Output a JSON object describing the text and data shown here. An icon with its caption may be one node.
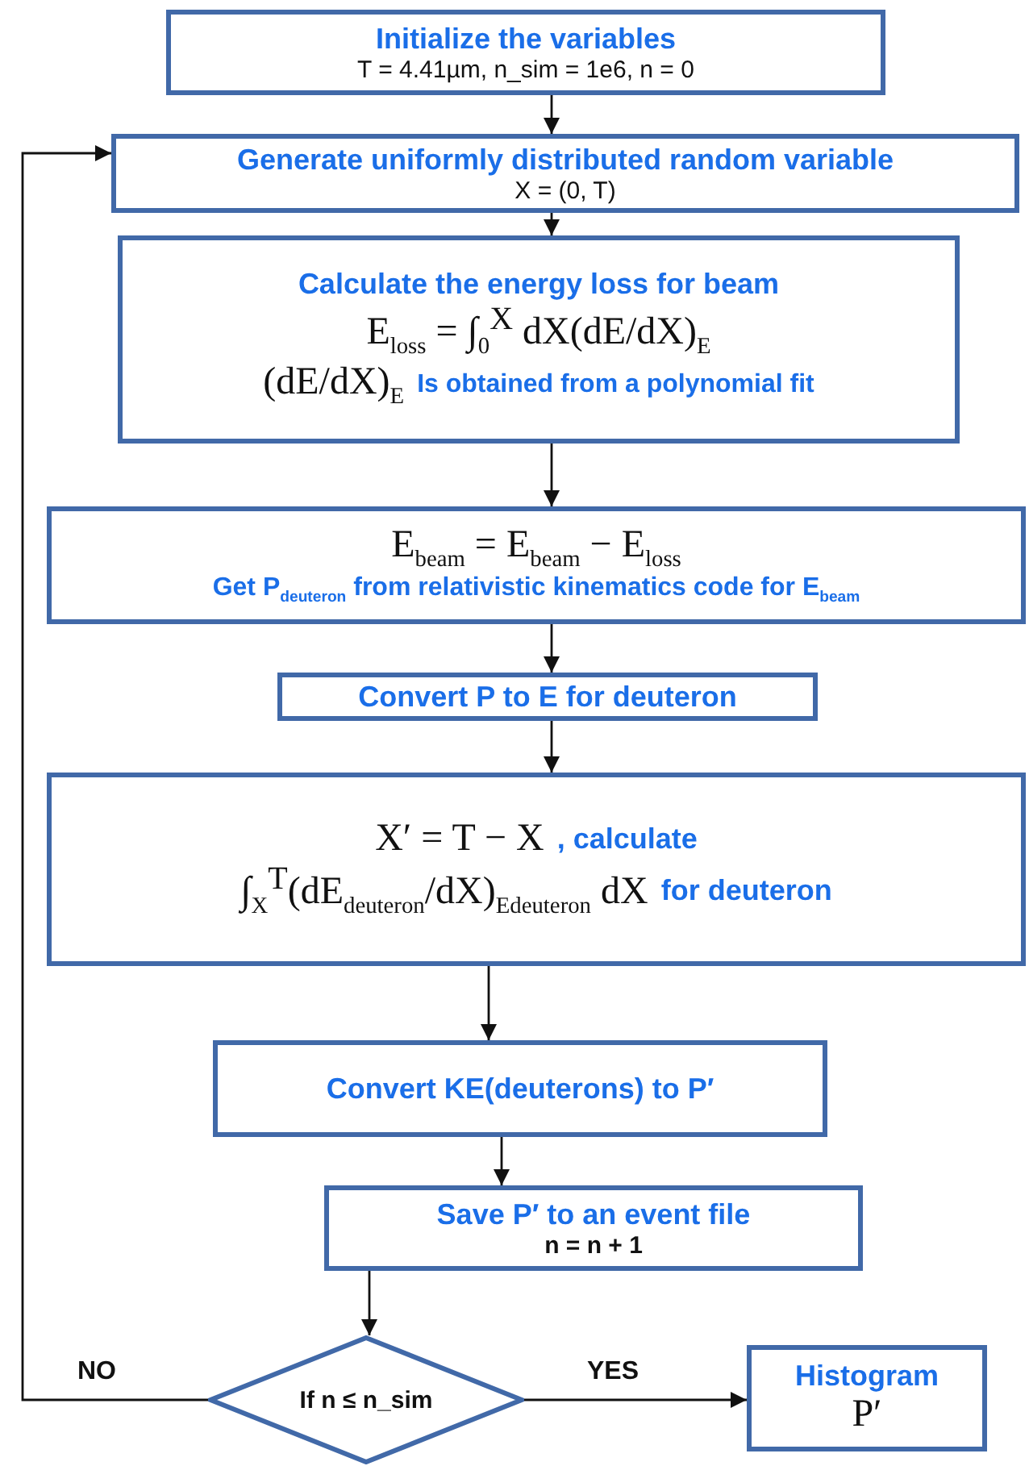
{
  "diagram": {
    "nodes": [
      {
        "text": [
          "Initialize the variables",
          "T = 4.41µm, n_sim = 1e6, n = 0"
        ]
      },
      {
        "text": [
          "Generate uniformly distributed random variable",
          "X = (0, T)"
        ]
      },
      {
        "text": [
          "Calculate the energy loss for beam",
          "E$_{loss}$ = ∫$_{0}$$^{X}$ dX(dE/dX)$_{E}$",
          "(dE/dX)$_{E}$",
          "Is obtained from a polynomial fit"
        ]
      },
      {
        "text": [
          "E$_{beam}$ = E$_{beam}$ − E$_{loss}$",
          "Get P$_{deuteron}$ from relativistic kinematics code for E$_{beam}$"
        ]
      },
      {
        "text": [
          "Convert P to E for deuteron"
        ]
      },
      {
        "text": [
          "X′ = T − X",
          ", calculate",
          "∫$_{X}$$^{T}$(dE$_{deuteron}$/dX)$_{E}$$_{deuteron}$ dX",
          "for deuteron"
        ]
      },
      {
        "text": [
          "Convert KE(deuterons) to P′"
        ]
      },
      {
        "text": [
          "Save P′ to an event file",
          "n = n + 1"
        ]
      },
      {
        "text": [
          "If n ≤ n_sim"
        ]
      },
      {
        "text": [
          "Histogram",
          "P′"
        ]
      }
    ],
    "edges": [
      {
        "from": 0,
        "to": 1,
        "arrow": "to"
      },
      {
        "from": 1,
        "to": 2,
        "arrow": "to"
      },
      {
        "from": 2,
        "to": 3,
        "arrow": "to"
      },
      {
        "from": 3,
        "to": 4,
        "arrow": "to"
      },
      {
        "from": 4,
        "to": 5,
        "arrow": "to"
      },
      {
        "from": 5,
        "to": 6,
        "arrow": "to"
      },
      {
        "from": 6,
        "to": 7,
        "arrow": "to"
      },
      {
        "from": 7,
        "to": 8,
        "arrow": "to"
      },
      {
        "from": 8,
        "to": 9,
        "arrow": "to",
        "label": "YES"
      },
      {
        "from": 8,
        "to": 1,
        "arrow": "to",
        "label": "NO"
      }
    ]
  }
}
